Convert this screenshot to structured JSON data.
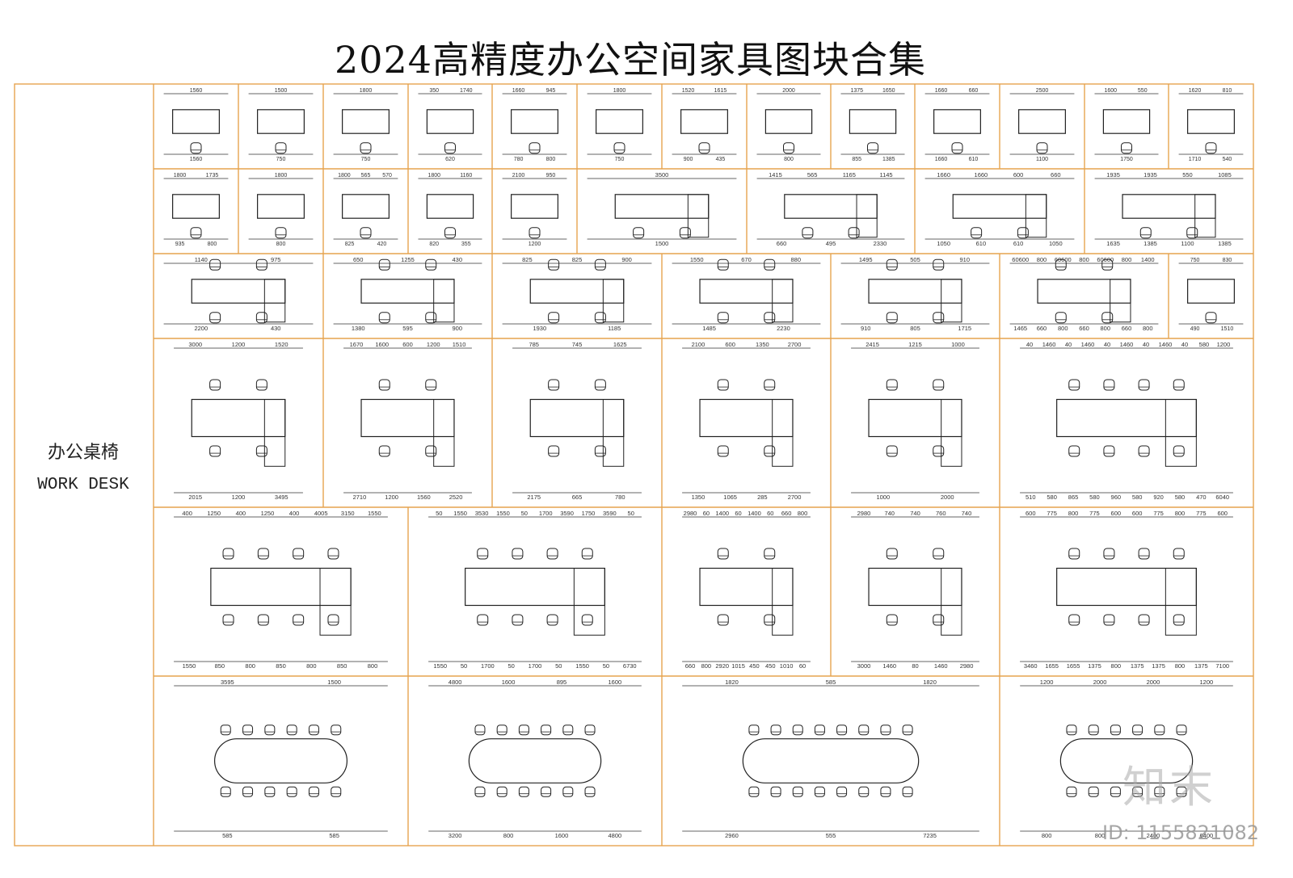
{
  "title": "2024高精度办公空间家具图块合集",
  "category": {
    "zh": "办公桌椅",
    "en": "WORK DESK"
  },
  "colors": {
    "frame": "#e6a44f",
    "line": "#222222",
    "dim": "#333333",
    "watermark": "#bbbbbb"
  },
  "watermark": {
    "logo": "知末",
    "id": "ID: 1155821082"
  },
  "rows": [
    {
      "cells": [
        {
          "dims": [
            "1560",
            "1560"
          ]
        },
        {
          "dims": [
            "1500",
            "750"
          ]
        },
        {
          "dims": [
            "1800",
            "750"
          ]
        },
        {
          "dims": [
            "350",
            "1740",
            "620"
          ]
        },
        {
          "dims": [
            "1660",
            "945",
            "780",
            "800"
          ]
        },
        {
          "dims": [
            "1800",
            "750"
          ]
        },
        {
          "dims": [
            "1520",
            "1615",
            "900",
            "435"
          ]
        },
        {
          "dims": [
            "2000",
            "800"
          ]
        },
        {
          "dims": [
            "1375",
            "1650",
            "855",
            "1385"
          ]
        },
        {
          "dims": [
            "1660",
            "660",
            "1660",
            "610"
          ]
        },
        {
          "dims": [
            "2500",
            "1100"
          ]
        },
        {
          "dims": [
            "1600",
            "550",
            "1750"
          ]
        },
        {
          "dims": [
            "1620",
            "810",
            "1710",
            "540"
          ]
        }
      ]
    },
    {
      "cells": [
        {
          "dims": [
            "1800",
            "1735",
            "935",
            "800"
          ]
        },
        {
          "dims": [
            "1800",
            "800"
          ]
        },
        {
          "dims": [
            "1800",
            "565",
            "570",
            "825",
            "420"
          ]
        },
        {
          "dims": [
            "1800",
            "1160",
            "820",
            "355"
          ]
        },
        {
          "dims": [
            "2100",
            "950",
            "1200"
          ]
        },
        {
          "dims": [
            "3500",
            "1500"
          ]
        },
        {
          "dims": [
            "1415",
            "565",
            "1165",
            "1145",
            "660",
            "495",
            "2330"
          ]
        },
        {
          "dims": [
            "1660",
            "1660",
            "600",
            "660",
            "1050",
            "610",
            "610",
            "1050"
          ]
        },
        {
          "dims": [
            "1935",
            "1935",
            "550",
            "1085",
            "1635",
            "1385",
            "1100",
            "1385"
          ]
        }
      ]
    },
    {
      "cells": [
        {
          "dims": [
            "1140",
            "975",
            "2200",
            "430"
          ]
        },
        {
          "dims": [
            "650",
            "1255",
            "430",
            "1380",
            "595",
            "900"
          ]
        },
        {
          "dims": [
            "825",
            "825",
            "900",
            "1930",
            "1185"
          ]
        },
        {
          "dims": [
            "1550",
            "670",
            "880",
            "1485",
            "2230"
          ]
        },
        {
          "dims": [
            "1495",
            "505",
            "910",
            "910",
            "805",
            "1715"
          ]
        },
        {
          "dims": [
            "60600",
            "800",
            "60600",
            "800",
            "60600",
            "800",
            "1400",
            "1465",
            "660",
            "800",
            "660",
            "800",
            "660",
            "800"
          ]
        },
        {
          "dims": [
            "750",
            "830",
            "490",
            "1510"
          ]
        }
      ]
    },
    {
      "cells": [
        {
          "dims": [
            "3000",
            "1200",
            "1520",
            "2015",
            "1200",
            "3495"
          ]
        },
        {
          "dims": [
            "1670",
            "1600",
            "600",
            "1200",
            "1510",
            "2710",
            "1200",
            "1560",
            "2520"
          ]
        },
        {
          "dims": [
            "785",
            "745",
            "1625",
            "2175",
            "665",
            "780"
          ]
        },
        {
          "dims": [
            "2100",
            "600",
            "1350",
            "2700",
            "1350",
            "1065",
            "285",
            "2700"
          ]
        },
        {
          "dims": [
            "2415",
            "1215",
            "1000",
            "1000",
            "2000"
          ]
        },
        {
          "dims": [
            "40",
            "1460",
            "40",
            "1460",
            "40",
            "1460",
            "40",
            "1460",
            "40",
            "580",
            "1200",
            "510",
            "580",
            "865",
            "580",
            "960",
            "580",
            "920",
            "580",
            "470",
            "6040"
          ]
        }
      ]
    },
    {
      "cells": [
        {
          "dims": [
            "400",
            "1250",
            "400",
            "1250",
            "400",
            "4005",
            "3150",
            "1550",
            "1550",
            "850",
            "800",
            "850",
            "800",
            "850",
            "800"
          ]
        },
        {
          "dims": [
            "50",
            "1550",
            "3530",
            "1550",
            "50",
            "1700",
            "3590",
            "1750",
            "3590",
            "50",
            "1550",
            "50",
            "1700",
            "50",
            "1700",
            "50",
            "1550",
            "50",
            "6730"
          ]
        },
        {
          "dims": [
            "2980",
            "60",
            "1400",
            "60",
            "1400",
            "60",
            "660",
            "800",
            "660",
            "800",
            "2920",
            "1015",
            "450",
            "450",
            "1010",
            "60"
          ]
        },
        {
          "dims": [
            "2980",
            "740",
            "740",
            "760",
            "740",
            "3000",
            "1460",
            "80",
            "1460",
            "2980"
          ]
        },
        {
          "dims": [
            "600",
            "775",
            "800",
            "775",
            "600",
            "600",
            "775",
            "800",
            "775",
            "600",
            "3460",
            "1655",
            "1655",
            "1375",
            "800",
            "1375",
            "1375",
            "800",
            "1375",
            "7100"
          ]
        }
      ]
    },
    {
      "cells": [
        {
          "dims": [
            "3595",
            "1500",
            "585",
            "585"
          ]
        },
        {
          "dims": [
            "4800",
            "1600",
            "895",
            "1600",
            "3200",
            "800",
            "1600",
            "4800"
          ]
        },
        {
          "dims": [
            "1820",
            "585",
            "1820",
            "2960",
            "555",
            "7235"
          ]
        },
        {
          "dims": [
            "1200",
            "2000",
            "2000",
            "1200",
            "800",
            "800",
            "2400",
            "6400"
          ]
        }
      ]
    }
  ]
}
